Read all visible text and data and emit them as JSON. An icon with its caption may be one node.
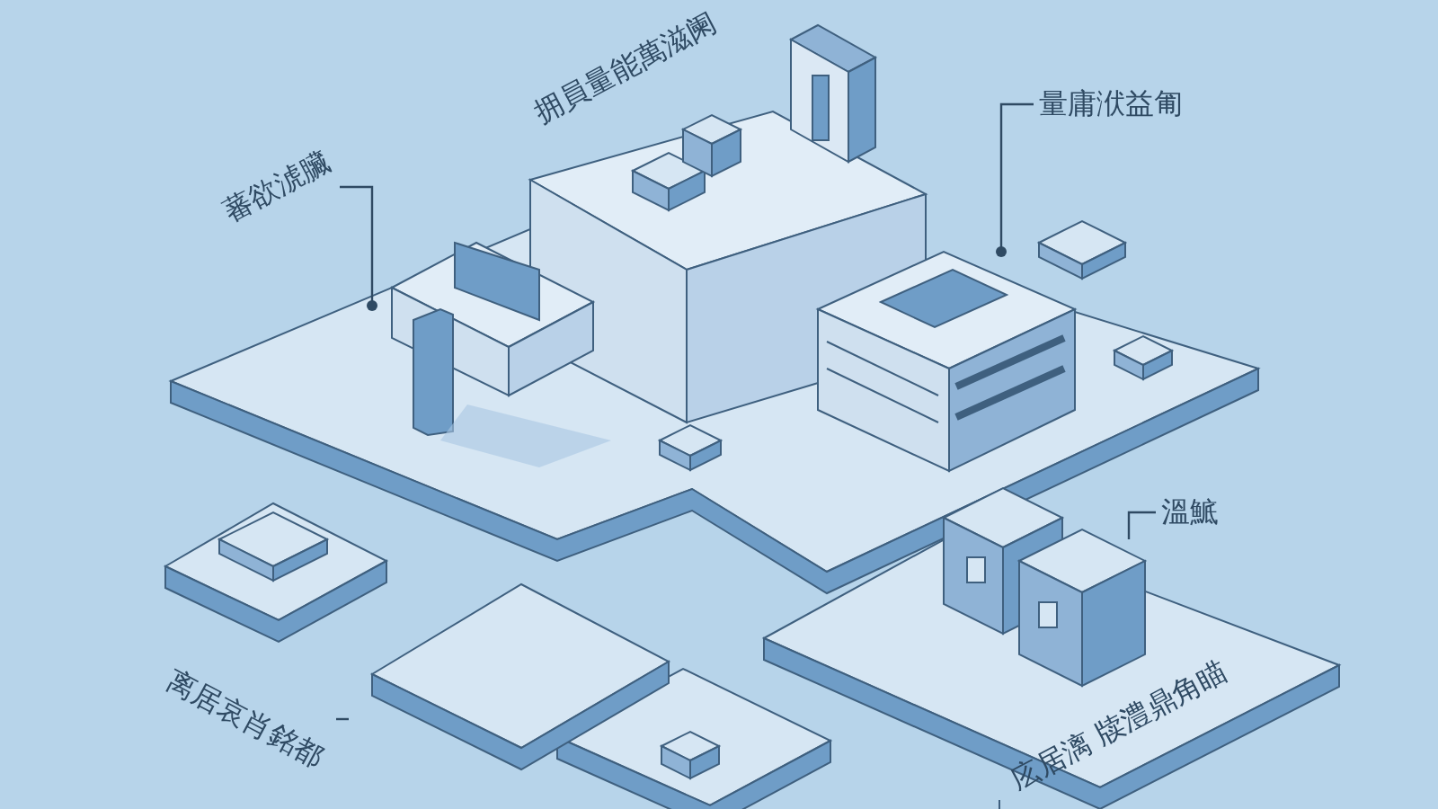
{
  "diagram": {
    "nodes": [
      {
        "text": [
          "蕃欲淲臟"
        ]
      },
      {
        "text": [
          "量庸洑益匍"
        ]
      },
      {
        "text": [
          "溫鯳"
        ]
      },
      {
        "text": [
          "离居哀肖銘都"
        ]
      }
    ],
    "edges": [
      {
        "from": 0,
        "to": null,
        "arrow": "other"
      },
      {
        "from": 1,
        "to": null,
        "arrow": "other"
      },
      {
        "from": 2,
        "to": null,
        "arrow": "none"
      },
      {
        "from": 3,
        "to": null,
        "arrow": "none"
      }
    ],
    "labels": [
      "拥員量能萬滋阑",
      "庅居漓 牍澧鼎角瞄"
    ]
  }
}
